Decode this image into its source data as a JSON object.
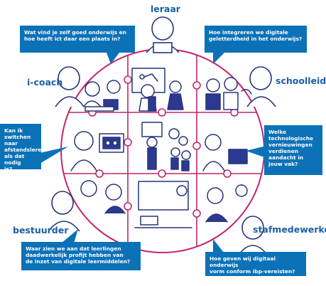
{
  "roles": {
    "leraar": "leraar",
    "icoach": "i-coach",
    "schoolleider": "schoolleider",
    "bestuurder": "bestuurder",
    "stafmedewerker": "stafmedewerker"
  },
  "questions": {
    "top_left": "Wat vind je zelf goed onderwijs en\nhoe heeft ict daar een plaats in?",
    "top_right": "Hoe integreren we digitale\ngeletterdheid in het onderwijs?",
    "left": "Kan ik\nswitchen naar\nafstandsleren\nals dat nodig\nis?",
    "right": "Welke\ntechnologische\nvernieuwingen\nverdienen\naandacht in\njouw vak?",
    "bottom_left": "Waar zien we aan dat leerlingen\ndaadwerkelijk profijt hebben van\nde inzet van digitale leermiddelen?",
    "bottom_right": "Hoe geven wij digitaal onderwijs\nvorm conform ibp-vereisten?"
  },
  "colors": {
    "brand_blue": "#0c72b8",
    "role_text": "#1a5fa8",
    "circle_outline": "#c0266e",
    "line_navy": "#27337a",
    "fill_navy": "#2b3990",
    "background": "#ffffff"
  }
}
